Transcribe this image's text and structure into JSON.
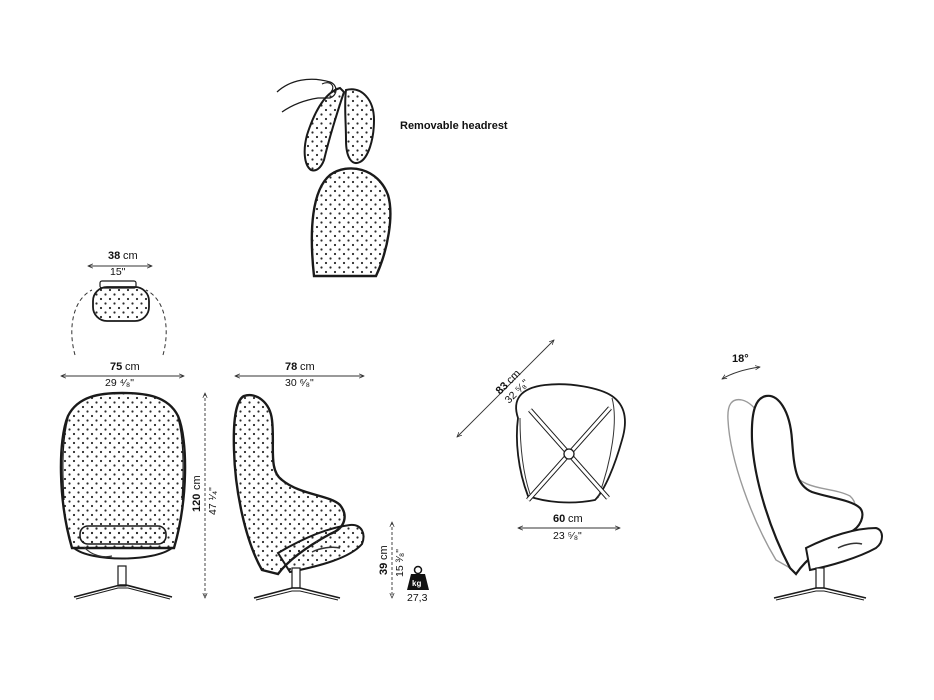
{
  "headrest": {
    "label": "Removable headrest"
  },
  "headrest_width": {
    "cm_value": "38",
    "cm_unit": "cm",
    "inch": "15\""
  },
  "front_width": {
    "cm_value": "75",
    "cm_unit": "cm",
    "inch": "29 ⁴⁄₈\""
  },
  "height": {
    "cm_value": "120",
    "cm_unit": "cm",
    "inch": "47 ¹⁄₄\""
  },
  "side_depth": {
    "cm_value": "78",
    "cm_unit": "cm",
    "inch": "30 ⁶⁄₈\""
  },
  "seat_height": {
    "cm_value": "39",
    "cm_unit": "cm",
    "inch": "15 ³⁄₈\""
  },
  "weight": {
    "unit": "kg",
    "value": "27,3"
  },
  "diagonal": {
    "cm_value": "83",
    "cm_unit": "cm",
    "inch": "32 ⁵⁄₈\""
  },
  "base_width": {
    "cm_value": "60",
    "cm_unit": "cm",
    "inch": "23 ⁵⁄₈\""
  },
  "recline": {
    "angle": "18°"
  },
  "colors": {
    "line": "#1a1a1a",
    "dot": "#2a2a2a",
    "ghost": "#9a9a9a"
  }
}
